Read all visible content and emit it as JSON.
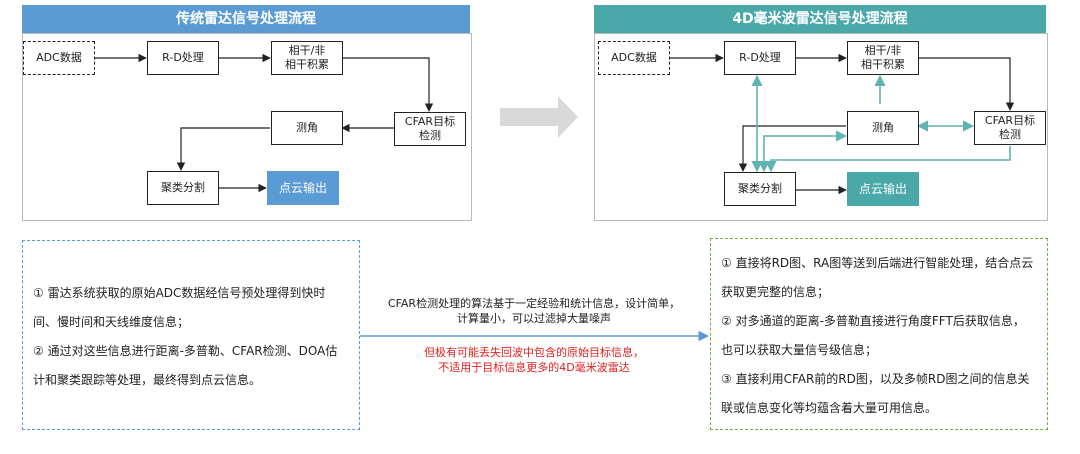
{
  "colors": {
    "left_title_bg": "#5b9bd5",
    "right_title_bg": "#4aa8a8",
    "left_output_bg": "#5b9bd5",
    "right_output_bg": "#4aa8a8",
    "teal_arrow": "#5fb3b3",
    "big_arrow": "#d9d9d9",
    "left_note_border": "#5b9bd5",
    "right_note_border": "#70ad47",
    "mid_arrow": "#5b9bd5",
    "warning_text": "#e02020"
  },
  "left": {
    "title": "传统雷达信号处理流程",
    "nodes": {
      "adc": "ADC数据",
      "rd": "R-D处理",
      "integration": "相干/非\n相干积累",
      "cfar": "CFAR目标\n检测",
      "angle": "测角",
      "cluster": "聚类分割",
      "output": "点云输出"
    }
  },
  "right": {
    "title": "4D毫米波雷达信号处理流程",
    "nodes": {
      "adc": "ADC数据",
      "rd": "R-D处理",
      "integration": "相干/非\n相干积累",
      "cfar": "CFAR目标\n检测",
      "angle": "测角",
      "cluster": "聚类分割",
      "output": "点云输出"
    }
  },
  "left_note": {
    "items": [
      "① 雷达系统获取的原始ADC数据经信号预处理得到快时间、慢时间和天线维度信息；",
      "② 通过对这些信息进行距离-多普勒、CFAR检测、DOA估计和聚类跟踪等处理，最终得到点云信息。"
    ]
  },
  "middle": {
    "line1": "CFAR检测处理的算法基于一定经验和统计信息，设计简单，",
    "line2": "计算量小，可以过滤掉大量噪声",
    "warn1": "但极有可能丢失回波中包含的原始目标信息，",
    "warn2": "不适用于目标信息更多的4D毫米波雷达"
  },
  "right_note": {
    "items": [
      "① 直接将RD图、RA图等送到后端进行智能处理，结合点云获取更完整的信息；",
      "② 对多通道的距离-多普勒直接进行角度FFT后获取信息，也可以获取大量信号级信息；",
      "③ 直接利用CFAR前的RD图，以及多帧RD图之间的信息关联或信息变化等均蕴含着大量可用信息。"
    ]
  }
}
